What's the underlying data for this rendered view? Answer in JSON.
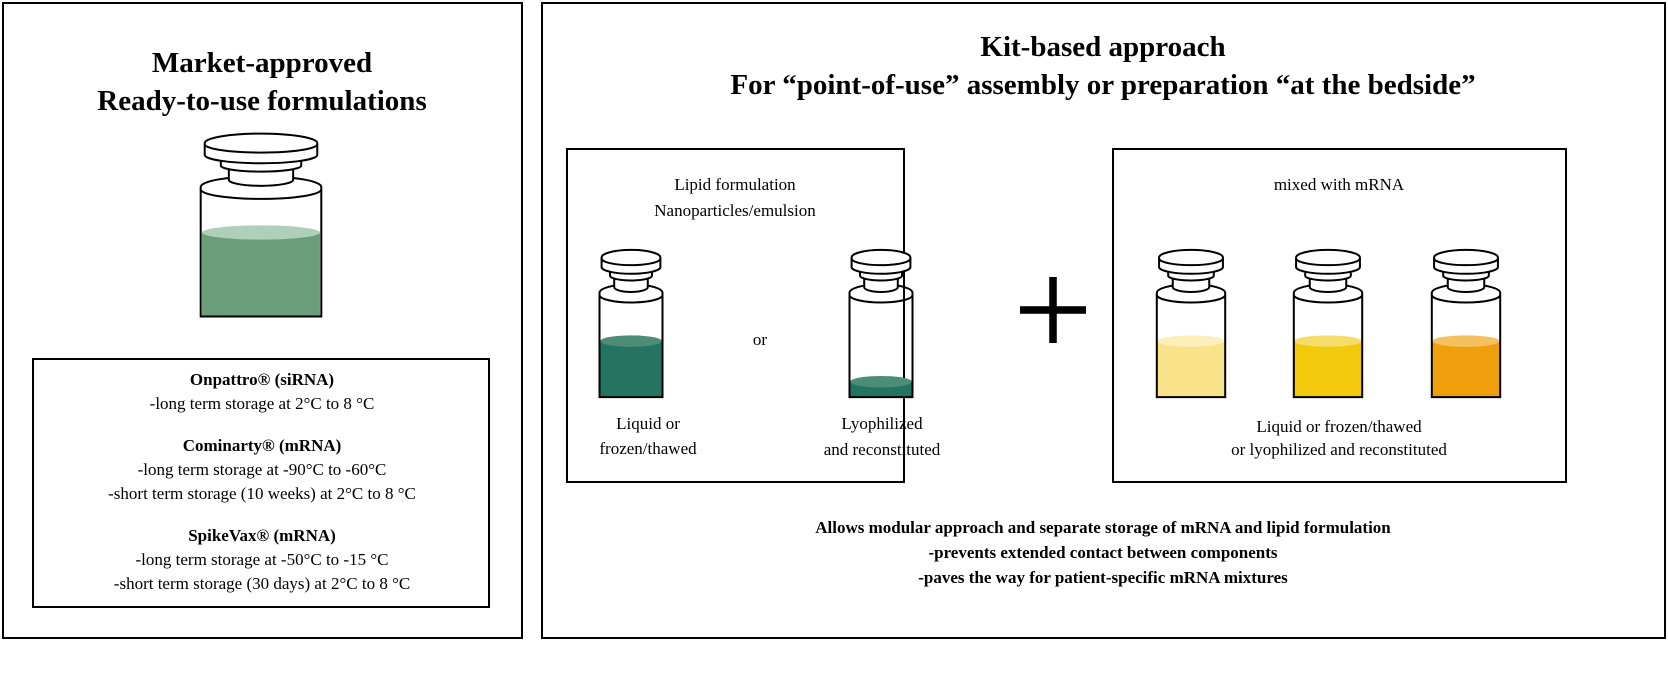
{
  "left_panel": {
    "title_lines": [
      "Market-approved",
      "Ready-to-use formulations"
    ],
    "products": [
      {
        "name": "Onpattro® (siRNA)",
        "lines": [
          "-long term storage at 2°C to 8 °C"
        ]
      },
      {
        "name": "Cominarty® (mRNA)",
        "lines": [
          "-long term storage at -90°C to -60°C",
          "-short term storage (10 weeks) at 2°C to 8 °C"
        ]
      },
      {
        "name": "SpikeVax® (mRNA)",
        "lines": [
          "-long term storage at -50°C to -15 °C",
          "-short term storage (30 days) at 2°C to 8 °C"
        ]
      }
    ]
  },
  "right_panel": {
    "title_lines": [
      "Kit-based approach",
      "For “point-of-use” assembly or preparation “at the bedside”"
    ],
    "lipid_box": {
      "heading_lines": [
        "Lipid formulation",
        "Nanoparticles/emulsion"
      ],
      "or_label": "or",
      "liquid_label": [
        "Liquid or",
        "frozen/thawed"
      ],
      "lyophilized_label": [
        "Lyophilized",
        "and reconstituted"
      ]
    },
    "plus_symbol": "+",
    "mrna_box": {
      "heading": "mixed with mRNA",
      "caption_lines": [
        "Liquid or frozen/thawed",
        "or lyophilized and reconstituted"
      ]
    },
    "summary_lines": [
      "Allows modular approach and separate storage of mRNA and lipid formulation",
      "-prevents extended contact between components",
      "-paves the way for patient-specific mRNA mixtures"
    ]
  },
  "vials": [
    {
      "id": "market",
      "fill": "#6a9e7a",
      "top": "#b0cfb8",
      "level": 0.7
    },
    {
      "id": "liquid",
      "fill": "#257462",
      "top": "#4d8d77",
      "level": 0.58
    },
    {
      "id": "lyophilized",
      "fill": "#257462",
      "top": "#4d8d77",
      "level": 0.16
    },
    {
      "id": "mrna-1",
      "fill": "#f8e38a",
      "top": "#fcefba",
      "level": 0.58
    },
    {
      "id": "mrna-2",
      "fill": "#f2ca0b",
      "top": "#f6dd6a",
      "level": 0.58
    },
    {
      "id": "mrna-3",
      "fill": "#f09f0c",
      "top": "#f4c160",
      "level": 0.58
    }
  ]
}
